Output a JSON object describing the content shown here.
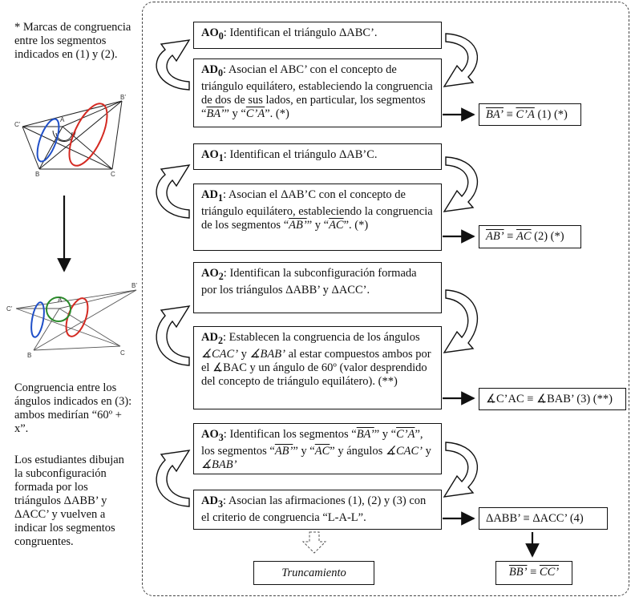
{
  "side_notes": {
    "note1": "* Marcas de congruencia entre los segmentos indicados en (1) y (2).",
    "note2": "Congruencia entre los ángulos indicados en (3): ambos medirían “60º + x”.",
    "note3": "Los estudiantes dibujan la subconfiguración formada por los triángulos ΔABB’ y ΔACC’ y vuelven a indicar los segmentos congruentes."
  },
  "figure1": {
    "labels": [
      "C’",
      "A",
      "B’",
      "B",
      "C"
    ]
  },
  "figure2": {
    "labels": [
      "C’",
      "B’",
      "A",
      "B",
      "C"
    ]
  },
  "steps": [
    {
      "ao_tag": "AO",
      "ao_sub": "0",
      "ao_text": ": Identifican el triángulo ΔABC’.",
      "ad_tag": "AD",
      "ad_sub": "0",
      "ad_text_before": ": Asocian el ABC’ con el concepto de triángulo equilátero, estableciendo la congruencia de dos de sus lados, en particular, los segmentos “",
      "ad_seg1": "BA’",
      "ad_mid": "” y “",
      "ad_seg2": "C’A",
      "ad_text_after": "”. (*)",
      "result_seg1": "BA’",
      "result_eq": " ≡ ",
      "result_seg2": "C’A",
      "result_tail": " (1) (*)"
    },
    {
      "ao_tag": "AO",
      "ao_sub": "1",
      "ao_text": ": Identifican el triángulo ΔAB’C.",
      "ad_tag": "AD",
      "ad_sub": "1",
      "ad_text_before": ": Asocian el ΔAB’C con el concepto de triángulo equilátero, estableciendo la congruencia de los segmentos “",
      "ad_seg1": "AB’",
      "ad_mid": "” y “",
      "ad_seg2": "AC",
      "ad_text_after": "”. (*)",
      "result_seg1": "AB’",
      "result_eq": " ≡ ",
      "result_seg2": "AC",
      "result_tail": " (2) (*)"
    },
    {
      "ao_tag": "AO",
      "ao_sub": "2",
      "ao_text": ": Identifican la subconfiguración formada por los triángulos ΔABB’ y ΔACC’.",
      "ad_tag": "AD",
      "ad_sub": "2",
      "ad_text_before": ": Establecen la congruencia de los ángulos ",
      "ad_ang1": "∡CAC’",
      "ad_mid": " y ",
      "ad_ang2": "∡BAB’",
      "ad_text_after": " al estar compuestos ambos por el ∡BAC y un ángulo de 60º (valor desprendido del concepto de triángulo equilátero). (**)",
      "result_text": "∡C’AC ≡ ∡BAB’ (3) (**)"
    },
    {
      "ao_tag": "AO",
      "ao_sub": "3",
      "ao_text1": ": Identifican los segmentos “",
      "ao_seg1": "BA’",
      "ao_t2": "” y “",
      "ao_seg2": "C’A",
      "ao_t3": "”, los segmentos “",
      "ao_seg3": "AB’",
      "ao_t4": "” y “",
      "ao_seg4": "AC",
      "ao_t5": "” y ángulos ",
      "ao_ang1": "∡CAC’",
      "ao_t6": " y ",
      "ao_ang2": "∡BAB’",
      "ad_tag": "AD",
      "ad_sub": "3",
      "ad_text": ": Asocian las afirmaciones (1), (2) y (3) con el criterio de congruencia “L-A-L”.",
      "result_text": "ΔABB’ ≡ ΔACC’ (4)"
    }
  ],
  "final_result": {
    "seg1": "BB’",
    "eq": " ≡ ",
    "seg2": "CC’"
  },
  "truncation_label": "Truncamiento"
}
